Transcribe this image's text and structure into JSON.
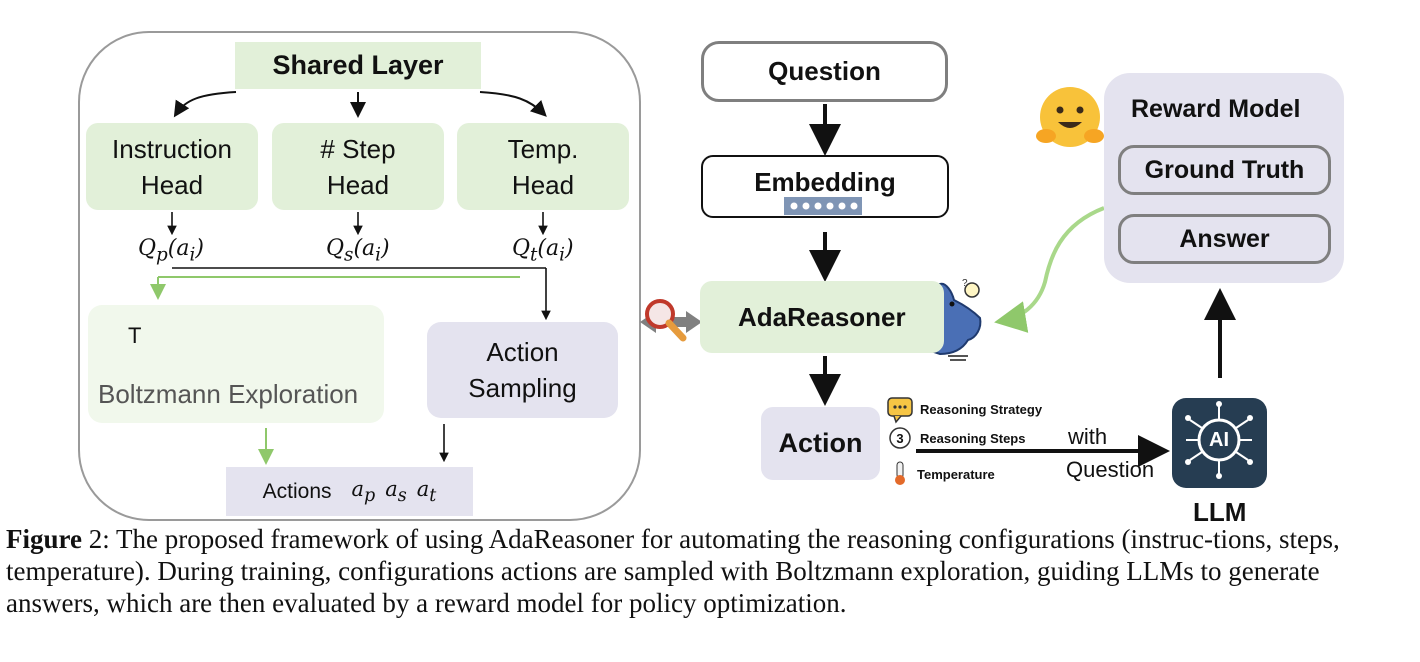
{
  "policy": {
    "shared_layer": "Shared Layer",
    "heads": [
      {
        "line1": "Instruction",
        "line2": "Head",
        "q": "Q",
        "q_sub": "p",
        "q_arg": "(a",
        "q_arg_sub": "i",
        "q_close": ")"
      },
      {
        "line1": "# Step",
        "line2": "Head",
        "q": "Q",
        "q_sub": "s",
        "q_arg": "(a",
        "q_arg_sub": "i",
        "q_close": ")"
      },
      {
        "line1": "Temp.",
        "line2": "Head",
        "q": "Q",
        "q_sub": "t",
        "q_arg": "(a",
        "q_arg_sub": "i",
        "q_close": ")"
      }
    ],
    "t_label": "T",
    "boltzmann": "Boltzmann Exploration",
    "action_sampling_1": "Action",
    "action_sampling_2": "Sampling",
    "actions_label": "Actions",
    "actions": [
      {
        "base": "a",
        "sub": "p"
      },
      {
        "base": "a",
        "sub": "s"
      },
      {
        "base": "a",
        "sub": "t"
      }
    ]
  },
  "pipeline": {
    "question": "Question",
    "embedding": "Embedding",
    "adareasoner": "AdaReasoner",
    "action": "Action",
    "config_items": [
      {
        "icon": "speech-bubble-icon",
        "label": "Reasoning Strategy"
      },
      {
        "icon": "number-three-icon",
        "label": "Reasoning Steps",
        "badge": "3"
      },
      {
        "icon": "thermometer-icon",
        "label": "Temperature"
      }
    ],
    "with_label_1": "with",
    "with_label_2": "Question",
    "llm_label": "LLM",
    "llm_chip_text": "AI"
  },
  "reward": {
    "title": "Reward Model",
    "ground_truth": "Ground Truth",
    "answer": "Answer"
  },
  "caption": {
    "figure_label": "Figure",
    "figure_number": " 2",
    "text": ": The proposed framework of using AdaReasoner for automating the reasoning configurations (instruc-tions, steps, temperature). During training, configurations actions are sampled with Boltzmann exploration, guiding LLMs to generate answers, which are then evaluated by a reward model for policy optimization."
  },
  "colors": {
    "green_box": "#e2f0d9",
    "lavender_box": "#e4e3ef",
    "green_arrow": "#8fc86b",
    "outline_gray": "#7f7f7f"
  }
}
